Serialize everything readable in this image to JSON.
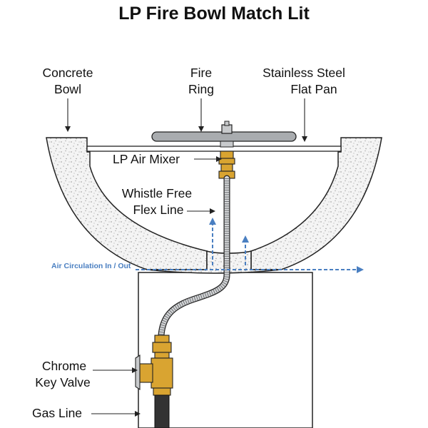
{
  "title": "LP Fire Bowl Match Lit",
  "labels": {
    "concrete_bowl": [
      "Concrete",
      "Bowl"
    ],
    "fire_ring": [
      "Fire",
      "Ring"
    ],
    "stainless_pan": [
      "Stainless Steel",
      "Flat Pan"
    ],
    "lp_air_mixer": "LP Air Mixer",
    "whistle_free_flex_line": [
      "Whistle Free",
      "Flex Line"
    ],
    "air_circulation": "Air Circulation In / Out",
    "chrome_key_valve": [
      "Chrome",
      "Key Valve"
    ],
    "gas_line": "Gas Line"
  },
  "colors": {
    "outline": "#222222",
    "concrete_fill": "#f4f4f4",
    "concrete_speckle": "#8a8a8a",
    "steel": "#a9acaf",
    "brass": "#d9a431",
    "air_arrow": "#4a7fc1",
    "gas_pipe": "#333333"
  }
}
